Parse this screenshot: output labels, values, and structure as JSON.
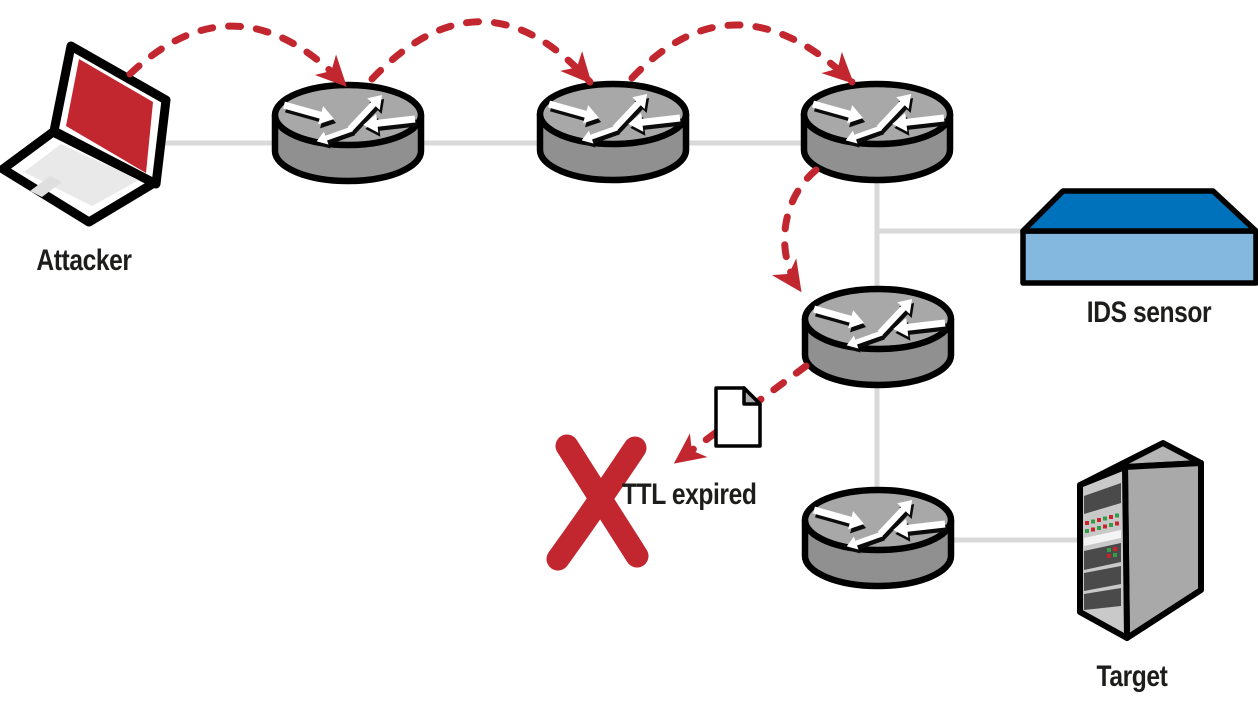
{
  "labels": {
    "attacker": "Attacker",
    "ids_sensor": "IDS sensor",
    "ttl_expired": "TTL expired",
    "target": "Target"
  },
  "icons": {
    "attacker": "laptop-icon",
    "hops": "router-icon",
    "ids_sensor": "sensor-appliance-icon",
    "target": "server-tower-icon",
    "packet": "packet-document-icon",
    "failure": "x-mark-icon"
  },
  "diagram": {
    "router_count": 5,
    "hop_path_style": "red-dashed-arrow",
    "link_style": "solid-gray"
  },
  "colors": {
    "red": "#C2262E",
    "link_gray": "#D9D9D9",
    "router_top": "#A8A8A8",
    "router_side": "#909090",
    "ids_top": "#0072BC",
    "ids_front": "#85B8DE",
    "server_front": "#C9C9C9",
    "server_side": "#A9A9A9",
    "server_top": "#B5B5B5",
    "bay_dark": "#4A4A4A",
    "led_red": "#CC2229",
    "led_green": "#2E9E47",
    "keyboard": "#E9E9E9",
    "fold_gray": "#ABABAB",
    "text": "#1D1D1B",
    "outline": "#000000"
  }
}
